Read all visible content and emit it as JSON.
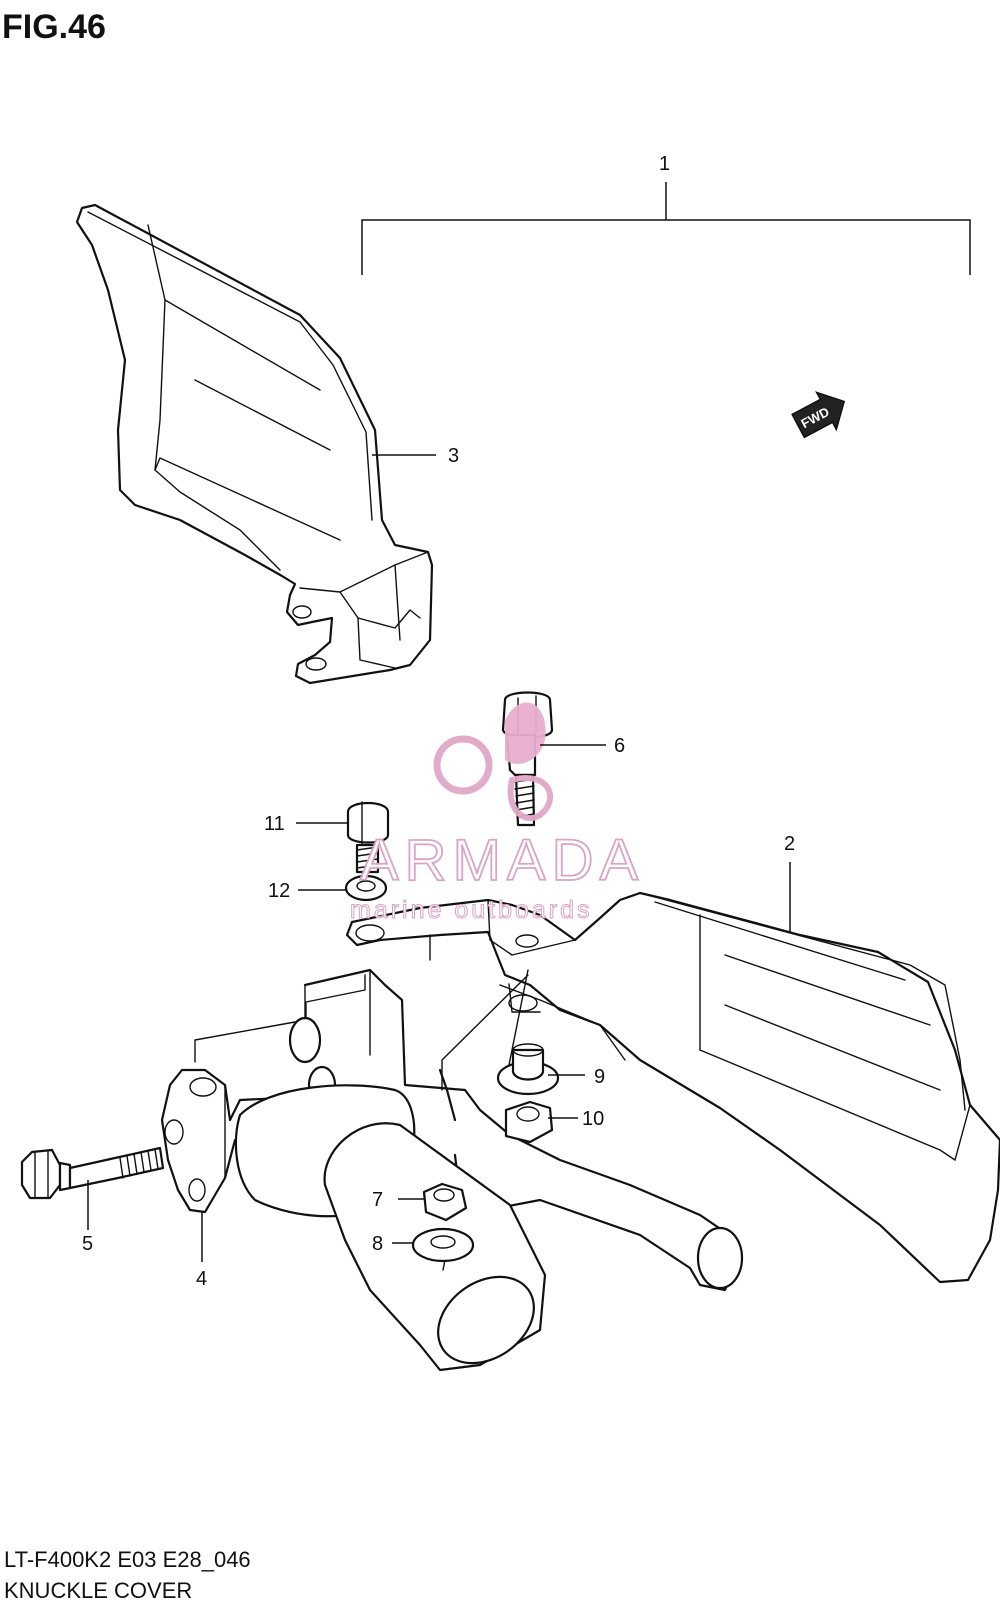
{
  "figure": {
    "title": "FIG.46",
    "model_code": "LT-F400K2 E03 E28_046",
    "caption": "KNUCKLE COVER"
  },
  "watermark": {
    "brand": "ARMADA",
    "tagline": "marine outboards",
    "color": "#d9a0c2"
  },
  "direction_marker": {
    "label": "FWD",
    "icon": "fwd-arrow-icon"
  },
  "callouts": [
    {
      "number": "1",
      "part": "knuckle-cover-set"
    },
    {
      "number": "2",
      "part": "knuckle-cover-right"
    },
    {
      "number": "3",
      "part": "knuckle-cover-left"
    },
    {
      "number": "4",
      "part": "lever-holder"
    },
    {
      "number": "5",
      "part": "holder-bolt"
    },
    {
      "number": "6",
      "part": "cover-bolt"
    },
    {
      "number": "7",
      "part": "nut"
    },
    {
      "number": "8",
      "part": "washer"
    },
    {
      "number": "9",
      "part": "spacer"
    },
    {
      "number": "10",
      "part": "nut"
    },
    {
      "number": "11",
      "part": "bolt"
    },
    {
      "number": "12",
      "part": "washer"
    }
  ]
}
